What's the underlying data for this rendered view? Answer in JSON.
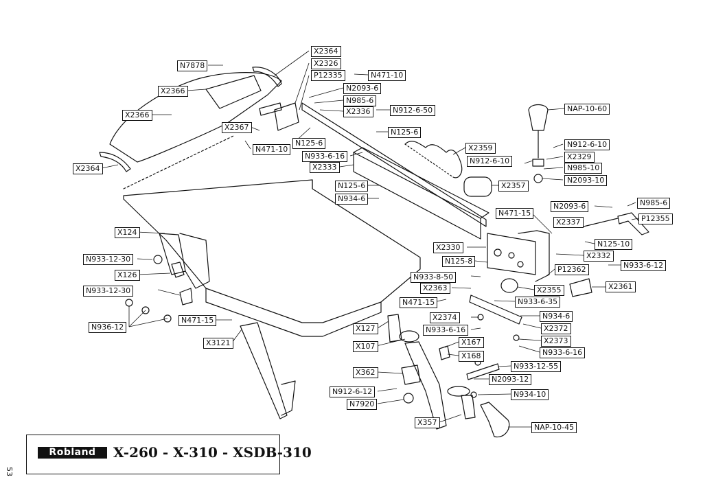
{
  "title": {
    "brand": "Robland",
    "models": "X-260 - X-310 - XSDB-310"
  },
  "page_number": "53",
  "callouts": [
    "X2364",
    "X2326",
    "P12335",
    "N7878",
    "N471-10",
    "X2366",
    "N2093-6",
    "N985-6",
    "X2336",
    "N912-6-50",
    "X2366",
    "X2367",
    "N125-6",
    "N471-10",
    "N125-6",
    "X2359",
    "X2364",
    "N933-6-16",
    "N912-6-10",
    "X2333",
    "N125-6",
    "N934-6",
    "NAP-10-60",
    "N912-6-10",
    "X2329",
    "N985-10",
    "N2093-10",
    "X2357",
    "N471-15",
    "N2093-6",
    "N985-6",
    "X2337",
    "P12355",
    "X124",
    "N125-10",
    "X2330",
    "X2332",
    "N933-12-30",
    "N125-8",
    "N933-6-12",
    "X126",
    "P12362",
    "N933-8-50",
    "X2355",
    "X2361",
    "N933-12-30",
    "X2363",
    "N933-6-35",
    "N471-15",
    "N936-12",
    "N471-15",
    "X2374",
    "N934-6",
    "X127",
    "X2372",
    "N933-6-16",
    "X3121",
    "X167",
    "X2373",
    "X107",
    "N933-6-16",
    "X168",
    "N933-12-55",
    "X362",
    "N2093-12",
    "N912-6-12",
    "N934-10",
    "N7920",
    "X357",
    "NAP-10-45"
  ]
}
